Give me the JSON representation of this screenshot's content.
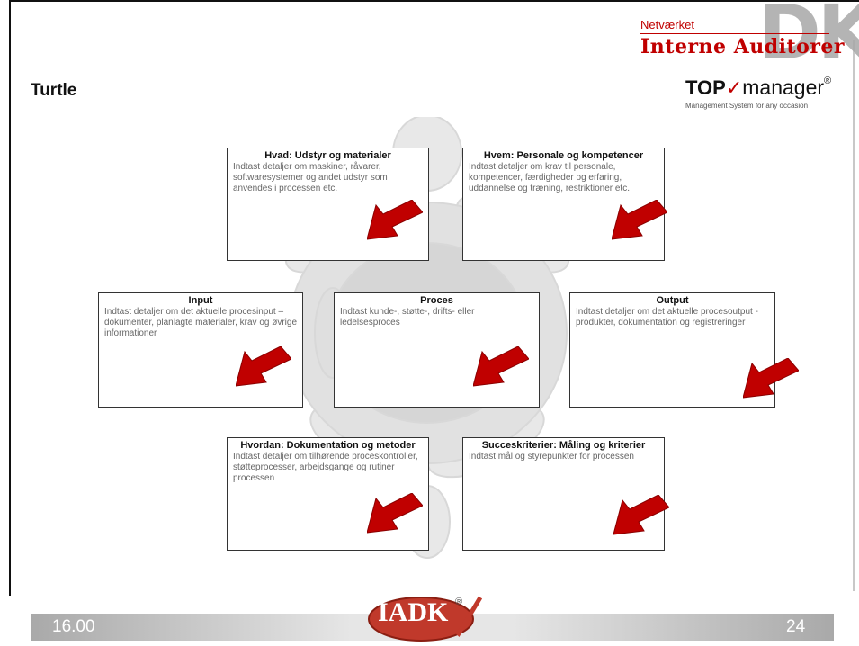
{
  "slide": {
    "title": "Turtle",
    "footer_left": "16.00",
    "footer_right": "24"
  },
  "logos": {
    "network_label": "Netværket",
    "network_name": "Interne Auditorer",
    "dk_mark": "DK",
    "topmanager_top": "TOP",
    "topmanager_manager": "manager",
    "topmanager_reg": "®",
    "topmanager_tagline": "Management System for any occasion",
    "iadk": "IADK",
    "iadk_reg": "®"
  },
  "boxes": [
    {
      "title": "Hvad: Udstyr og materialer",
      "desc": "Indtast detaljer om maskiner, råvarer, softwaresystemer og andet udstyr som anvendes i processen etc."
    },
    {
      "title": "Hvem: Personale og kompetencer",
      "desc": "Indtast detaljer om krav til personale, kompetencer, færdigheder og erfaring, uddannelse og træning, restriktioner etc."
    },
    {
      "title": "Input",
      "desc": "Indtast detaljer om det aktuelle procesinput – dokumenter, planlagte materialer, krav og øvrige informationer"
    },
    {
      "title": "Proces",
      "desc": "Indtast kunde-, støtte-, drifts- eller ledelsesproces"
    },
    {
      "title": "Output",
      "desc": "Indtast detaljer om det aktuelle procesoutput - produkter, dokumentation og registreringer"
    },
    {
      "title": "Hvordan: Dokumentation og metoder",
      "desc": "Indtast detaljer om tilhørende proceskontroller, støtteprocesser, arbejdsgange og rutiner i processen"
    },
    {
      "title": "Succeskriterier: Måling og kriterier",
      "desc": "Indtast mål og styrepunkter for processen"
    }
  ],
  "colors": {
    "accent_red": "#c00000",
    "footer_grey": "#a9a9a9"
  }
}
